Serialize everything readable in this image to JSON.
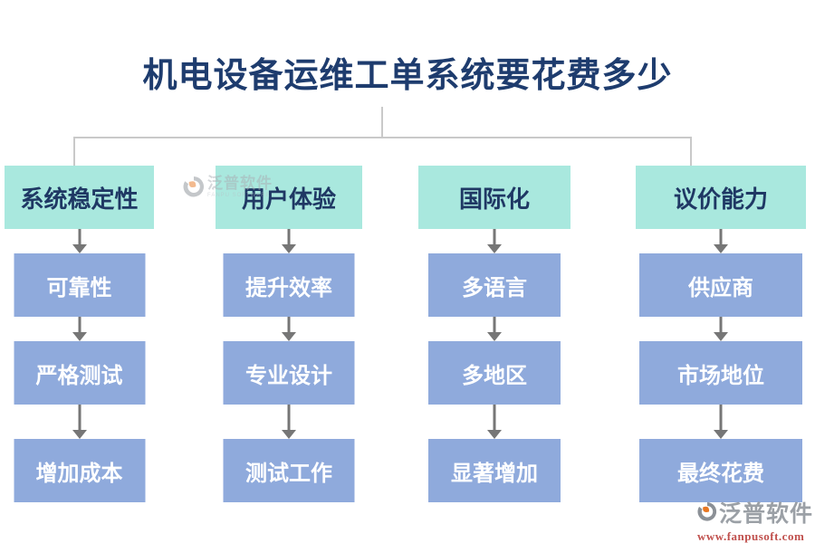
{
  "title": "机电设备运维工单系统要花费多少",
  "columns": [
    {
      "header": "系统稳定性",
      "items": [
        "可靠性",
        "严格测试",
        "增加成本"
      ]
    },
    {
      "header": "用户体验",
      "items": [
        "提升效率",
        "专业设计",
        "测试工作"
      ]
    },
    {
      "header": "国际化",
      "items": [
        "多语言",
        "多地区",
        "显著增加"
      ]
    },
    {
      "header": "议价能力",
      "items": [
        "供应商",
        "市场地位",
        "最终花费"
      ]
    }
  ],
  "watermark": {
    "brand": "泛普软件",
    "brand_sub": "FANPU SOFTWARE",
    "url": "www.fanpusoft.com"
  },
  "colors": {
    "title_text": "#1e3c6e",
    "header_bg": "#a9e8de",
    "header_text": "#1f3864",
    "item_bg": "#8faadc",
    "item_text": "#ffffff",
    "arrow": "#767676",
    "connector": "#c9c9c9",
    "url_text": "#c0504d",
    "logo_orange": "#e87722",
    "logo_gray": "#8b9096"
  }
}
